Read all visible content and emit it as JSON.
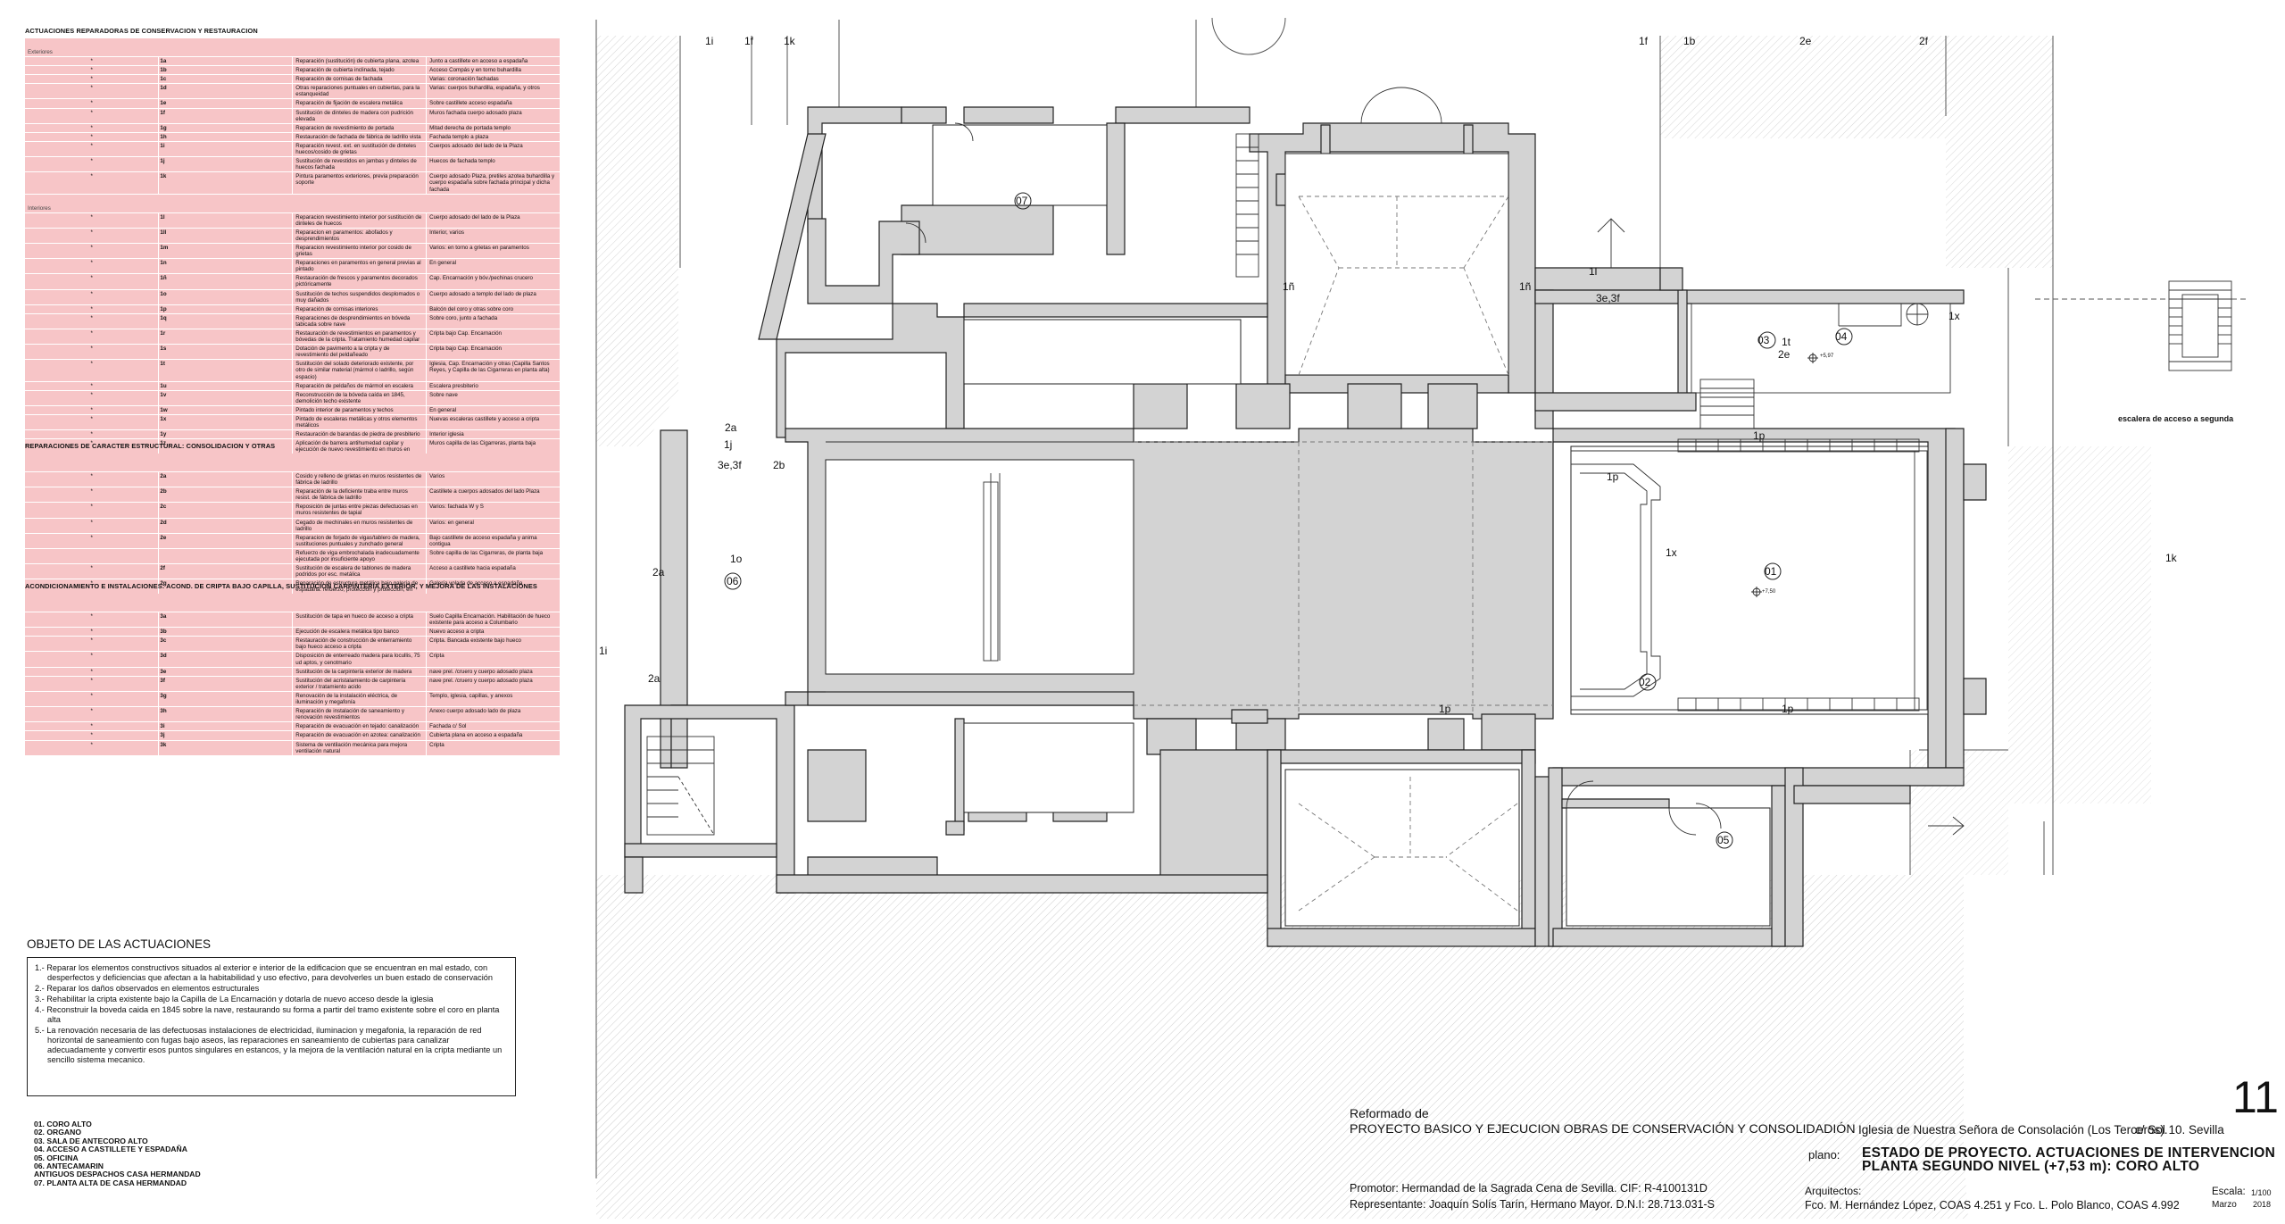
{
  "tables": [
    {
      "title": "ACTUACIONES REPARADORAS DE CONSERVACION Y RESTAURACION",
      "sections": [
        {
          "subtitle": "Exteriores",
          "rows": [
            [
              "*",
              "1a",
              "Reparación (sustitución) de cubierta plana, azotea",
              "Junto a castillete en acceso a espadaña"
            ],
            [
              "*",
              "1b",
              "Reparación de cubierta inclinada, tejado",
              "Acceso Compás y en torno buhardilla"
            ],
            [
              "*",
              "1c",
              "Reparación de cornisas de fachada",
              "Varias: coronación fachadas"
            ],
            [
              "*",
              "1d",
              "Otras reparaciones puntuales en cubiertas, para la estanqueidad",
              "Varias: cuerpos buhardilla, espadaña, y otros"
            ],
            [
              "*",
              "1e",
              "Reparación de fijación de escalera metálica",
              "Sobre castillete acceso espadaña"
            ],
            [
              "*",
              "1f",
              "Sustitución de dinteles de madera con pudrición elevada",
              "Muros fachada cuerpo adosado plaza"
            ],
            [
              "*",
              "1g",
              "Reparacion de revestimiento de portada",
              "Mitad derecha de portada templo"
            ],
            [
              "*",
              "1h",
              "Restauración de fachada de fábrica de ladrillo vista",
              "Fachada templo a plaza"
            ],
            [
              "*",
              "1i",
              "Reparación revest. ext. en sustitución de dinteles huecos/cosido de grietas",
              "Cuerpos adosado del lado de la Plaza"
            ],
            [
              "*",
              "1j",
              "Sustitución de revestidos en jambas y dinteles de huecos fachada",
              "Huecos de fachada templo"
            ],
            [
              "*",
              "1k",
              "Pintura paramentos exteriores, previa preparación soporte",
              "Cuerpo adosado Plaza, pretiles azotea buhardilla y cuerpo espadaña sobre fachada principal y dicha fachada"
            ]
          ]
        },
        {
          "subtitle": "Interiores",
          "rows": [
            [
              "*",
              "1l",
              "Reparacion revestimiento interior por sustitución de dinteles de huecos",
              "Cuerpo adosado del lado de la Plaza"
            ],
            [
              "*",
              "1ll",
              "Reparacion en paramentos: abofados y desprendimientos",
              "Interior, varios"
            ],
            [
              "*",
              "1m",
              "Reparacion revestimiento interior por cosido de grietas",
              "Varios: en torno a grietas en paramentos"
            ],
            [
              "*",
              "1n",
              "Reparaciones en paramentos en general previas al pintado",
              "En general"
            ],
            [
              "*",
              "1ñ",
              "Restauración de frescos y paramentos decorados pictóricamente",
              "Cap. Encarnación y bóv./pechinas crucero"
            ],
            [
              "*",
              "1o",
              "Sustitución de techos suspendidos desplomados o muy dañados",
              "Cuerpo adosado a templo del lado de plaza"
            ],
            [
              "*",
              "1p",
              "Reparación de cornisas interiores",
              "Balcón del coro y otras sobre coro"
            ],
            [
              "*",
              "1q",
              "Reparaciones de desprendimientos en bóveda tabicada sobre nave",
              "Sobre coro, junto a fachada"
            ],
            [
              "*",
              "1r",
              "Restauración de revestimientos en paramentos y bóvedas de la cripta. Tratamiento humedad capilar",
              "Cripta bajo Cap. Encarnación"
            ],
            [
              "*",
              "1s",
              "Dotación de pavimento a la cripta y de revestimiento del peldañeado",
              "Cripta bajo Cap. Encarnación"
            ],
            [
              "*",
              "1t",
              "Sustitución del solado deteriorado existente, por otro de similar material (mármol o ladrillo, según espacio)",
              "Iglesia, Cap. Encarnación y otras (Capilla Santos Reyes, y Capilla de las Cigarreras en planta alta)"
            ],
            [
              "*",
              "1u",
              "Reparación de peldaños de mármol en escalera",
              "Escalera presbiterio"
            ],
            [
              "*",
              "1v",
              "Reconstrucción de la bóveda caída en 1845, demolición techo existente",
              "Sobre nave"
            ],
            [
              "*",
              "1w",
              "Pintado interior de paramentos y techos",
              "En general"
            ],
            [
              "*",
              "1x",
              "Pintado de escaleras metálicas y otros elementos metálicos",
              "Nuevas escaleras castillete y acceso a cripta"
            ],
            [
              "*",
              "1y",
              "Restauración de barandas de piedra de presbiterio",
              "Interior iglesia"
            ],
            [
              "*",
              "1z",
              "Aplicación de barrera antihumedad capilar y ejecución de nuevo revestimiento en muros en contacto terreno",
              "Muros capilla de las Cigarreras, planta baja"
            ]
          ]
        }
      ]
    },
    {
      "title": "REPARACIONES DE CARACTER ESTRUCTURAL: CONSOLIDACION Y OTRAS",
      "sections": [
        {
          "subtitle": "",
          "rows": [
            [
              "*",
              "2a",
              "Cosido y relleno de grietas en muros resistentes de fábrica de ladrillo",
              "Varios"
            ],
            [
              "*",
              "2b",
              "Reparación de la deficiente traba entre muros resist. de fábrica de ladrillo",
              "Castillete a cuerpos adosados del lado Plaza"
            ],
            [
              "*",
              "2c",
              "Reposición de juntas entre piezas defectuosas en muros resistentes de tapial",
              "Varios: fachada W y S"
            ],
            [
              "*",
              "2d",
              "Cegado de mechinales en muros resistentes de ladrillo",
              "Varios: en general"
            ],
            [
              "*",
              "2e",
              "Reparacion de forjado de vigas/tablero de madera, sustituciones puntuales y zunchado general",
              "Bajo castillete de acceso espadaña y anima contigua"
            ],
            [
              "",
              "",
              "Refuerzo de viga embrochalada inadecuadamente ejecutada por insuficiente apoyo",
              "Sobre capilla de las Cigarreras, de planta baja"
            ],
            [
              "*",
              "2f",
              "Sustitución de escalera de tablones de madera podridos por esc. metálica",
              "Acceso a castillete hacia espadaña"
            ],
            [
              "*",
              "2g",
              "Reparación de estructura metálica bajo galería de espadaña: refuerzo, protección y protección, en perfiles de anclaje a sus anclajes, y sustitución de su tablero cerámico",
              "Galería volada de acceso a espadaña"
            ]
          ]
        }
      ]
    },
    {
      "title": "ACONDICIONAMIENTO E INSTALACIONES: ACOND. DE CRIPTA BAJO CAPILLA, SUSTITUCION CARPINTERIA EXTERIOR, Y MEJORA DE LAS INSTALACIONES",
      "sections": [
        {
          "subtitle": "",
          "rows": [
            [
              "*",
              "3a",
              "Sustitución de tapa en hueco de acceso a cripta",
              "Suelo Capilla Encarnación. Habilitación de hueco existente para acceso a Columbario"
            ],
            [
              "*",
              "3b",
              "Ejecución de escalera metálica tipo banco",
              "Nuevo acceso a cripta"
            ],
            [
              "*",
              "3c",
              "Restauración de construcción de enterramiento bajo hueco acceso a cripta",
              "Cripta. Bancada existente bajo hueco"
            ],
            [
              "*",
              "3d",
              "Disposición de enterreado madera para locullis, 75 ud aptos, y cenotmario",
              "Cripta"
            ],
            [
              "*",
              "3e",
              "Sustitución de la carpintería exterior de madera",
              "nave prel. /cruero y cuerpo adosado plaza"
            ],
            [
              "*",
              "3f",
              "Sustitución del acristalamiento de carpintería exterior / tratamiento acido",
              "nave prel. /cruero y cuerpo adosado plaza"
            ],
            [
              "*",
              "3g",
              "Renovación de la instalación eléctrica, de iluminación y megafonía",
              "Templo, iglesia, capillas, y anexos"
            ],
            [
              "*",
              "3h",
              "Reparación de instalación de saneamiento y renovación revestimientos",
              "Anexo cuerpo adosado lado de plaza"
            ],
            [
              "*",
              "3i",
              "Reparación de evacuación en tejado: canalización",
              "Fachada c/ Sol"
            ],
            [
              "*",
              "3j",
              "Reparación de evacuación en azotea: canalización",
              "Cubierta plana en acceso a espadaña"
            ],
            [
              "*",
              "3k",
              "Sistema de ventilación mecánica para mejora ventilación natural",
              "Cripta"
            ]
          ]
        }
      ]
    }
  ],
  "objeto": {
    "title": "OBJETO DE LAS ACTUACIONES",
    "items": [
      "1.- Reparar los elementos constructivos situados al exterior e interior de la edificacion que se encuentran en mal estado, con desperfectos y deficiencias que afectan a la habitabilidad y uso efectivo, para devolverles un buen estado de conservación",
      "2.- Reparar los daños observados en elementos estructurales",
      "3.- Rehabilitar la cripta existente bajo la Capilla de La Encarnación y dotarla de nuevo acceso desde la iglesia",
      "4.- Reconstruir la boveda caida en 1845 sobre la nave, restaurando su forma a partir del tramo existente sobre el coro en planta alta",
      "5.- La renovación necesaria de las defectuosas instalaciones de electricidad, iluminacion y megafonia, la reparación de red horizontal de saneamiento con fugas bajo aseos, las reparaciones en saneamiento de cubiertas para canalizar adecuadamente y convertir esos puntos singulares en estancos, y la mejora de la ventilación natural en la cripta mediante un sencillo sistema mecanico."
    ]
  },
  "rooms": [
    "01. CORO ALTO",
    "02. ORGANO",
    "03. SALA DE ANTECORO ALTO",
    "04. ACCESO A CASTILLETE Y ESPADAÑA",
    "05. OFICINA",
    "06. ANTECAMARIN",
    "     ANTIGUOS DESPACHOS CASA HERMANDAD",
    "07. PLANTA ALTA DE CASA HERMANDAD"
  ],
  "plan_labels": [
    "1i",
    "1f",
    "1k",
    "1f",
    "1b",
    "2e",
    "2f",
    "07",
    "1ñ",
    "1ñ",
    "1l",
    "3e,3f",
    "1x",
    "03",
    "1t",
    "2e",
    "04",
    "+5,97",
    "2a",
    "1j",
    "3e,3f",
    "2b",
    "1p",
    "1p",
    "1x",
    "1o",
    "06",
    "2a",
    "01",
    "+7,50",
    "1i",
    "2a",
    "02",
    "1p",
    "1p",
    "05",
    "1k",
    "escalera de acceso a segunda"
  ],
  "title_block": {
    "reformado": "Reformado de",
    "project": "PROYECTO BASICO Y EJECUCION OBRAS DE CONSERVACIÓN Y CONSOLIDADIÓN",
    "church": "Iglesia de Nuestra Señora de Consolación (Los Terceros).",
    "address": "c/ Sol 10. Sevilla",
    "sheet": "11",
    "plano_label": "plano:",
    "plano_line1": "ESTADO DE PROYECTO.   ACTUACIONES DE INTERVENCION",
    "plano_line2": "PLANTA SEGUNDO NIVEL (+7,53 m): CORO ALTO",
    "promotor": "Promotor: Hermandad de la Sagrada Cena de Sevilla. CIF: R-4100131D",
    "representante": "Representante: Joaquín Solís Tarín, Hermano Mayor. D.N.I: 28.713.031-S",
    "arquitectos_label": "Arquitectos:",
    "arquitectos": "Fco. M. Hernández López, COAS 4.251 y Fco. L. Polo Blanco, COAS 4.992",
    "escala_label": "Escala:",
    "escala": "1/100",
    "fecha_mes": "Marzo",
    "fecha_anio": "2018"
  },
  "colors": {
    "table_fill": "#f7c5c7",
    "wall_fill": "#d3d3d3",
    "hatch": "#e6e6e6"
  }
}
